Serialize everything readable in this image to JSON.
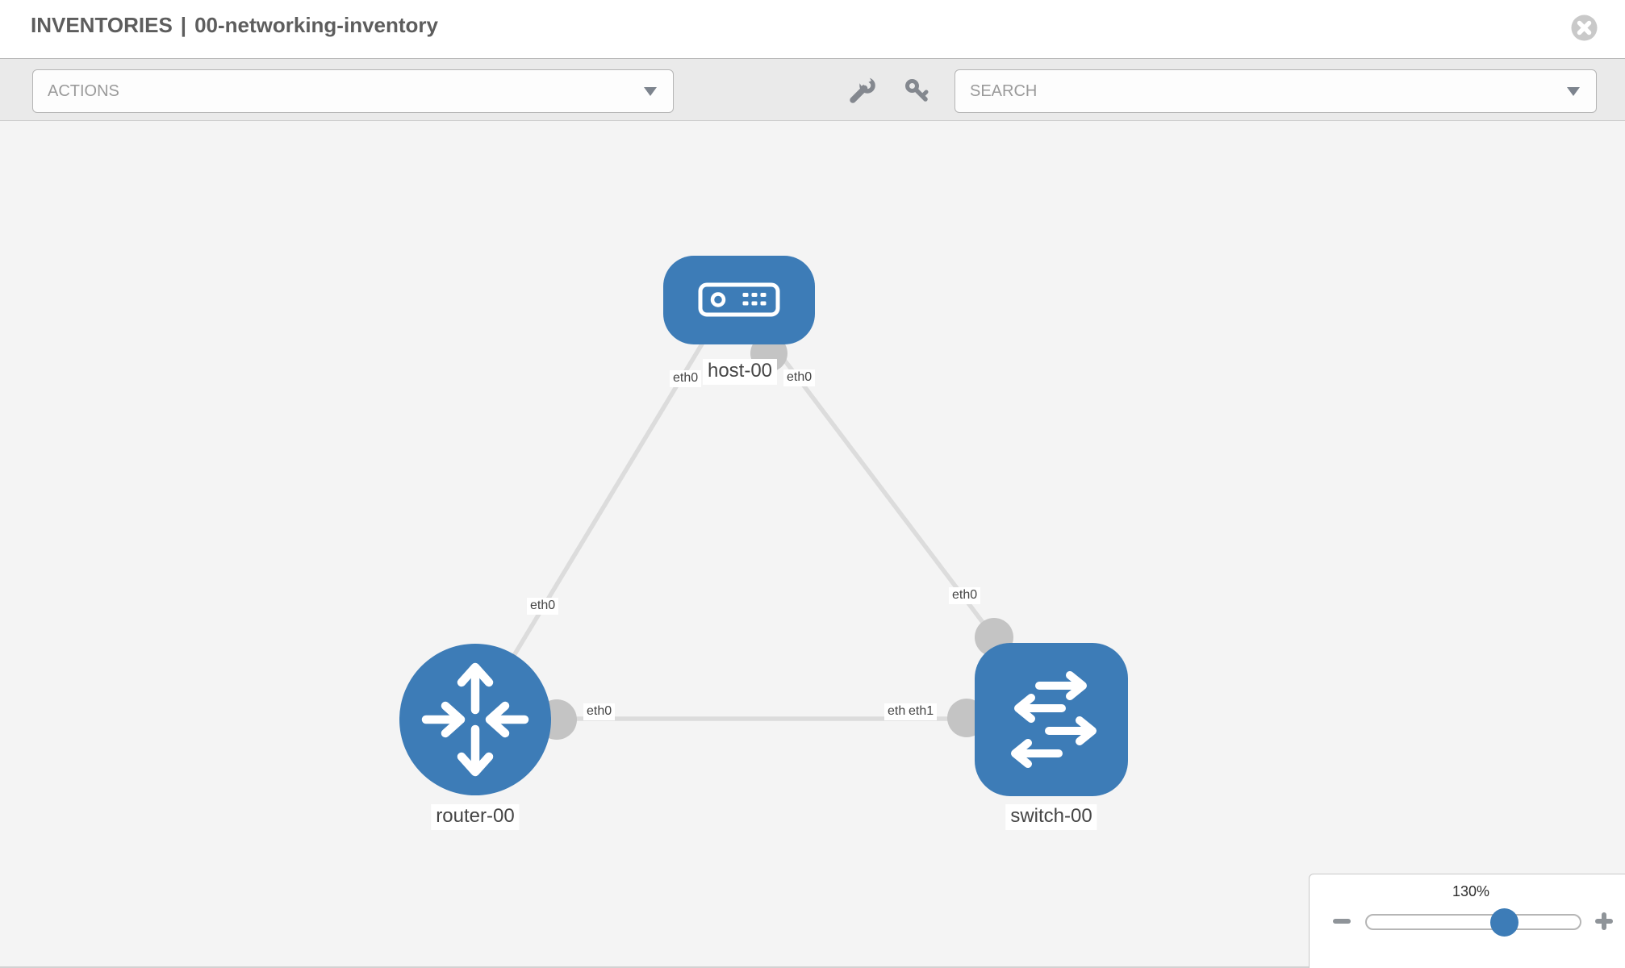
{
  "header": {
    "section": "INVENTORIES",
    "separator": "|",
    "inventory_name": "00-networking-inventory",
    "close_icon": "circle-x"
  },
  "toolbar": {
    "actions_placeholder": "ACTIONS",
    "search_placeholder": "SEARCH",
    "wrench_icon": "wrench",
    "key_icon": "key",
    "caret_icon": "chevron-down"
  },
  "topology": {
    "nodes": [
      {
        "id": "host-00",
        "type": "host",
        "label": "host-00"
      },
      {
        "id": "router-00",
        "type": "router",
        "label": "router-00"
      },
      {
        "id": "switch-00",
        "type": "switch",
        "label": "switch-00"
      }
    ],
    "links": [
      {
        "source": "host-00",
        "target": "router-00",
        "source_interface": "eth0",
        "target_interface": "eth0"
      },
      {
        "source": "host-00",
        "target": "switch-00",
        "source_interface": "eth0",
        "target_interface": "eth0"
      },
      {
        "source": "router-00",
        "target": "switch-00",
        "source_interface": "eth0",
        "target_interface": "eth1"
      }
    ],
    "interface_labels": [
      {
        "text": "eth0"
      },
      {
        "text": "eth0"
      },
      {
        "text": "eth0"
      },
      {
        "text": "eth0"
      },
      {
        "text": "eth0"
      },
      {
        "text": "eth0"
      },
      {
        "text": "eth1"
      }
    ]
  },
  "zoom_control": {
    "level": "130%",
    "minus_icon": "minus",
    "plus_icon": "plus",
    "slider_percent": 64
  },
  "colors": {
    "node_blue": "#3d7cb7",
    "link_gray": "#dcdcdc",
    "connector_gray": "#c4c4c4",
    "canvas_bg": "#f4f4f4",
    "toolbar_bg": "#eaeaea"
  }
}
